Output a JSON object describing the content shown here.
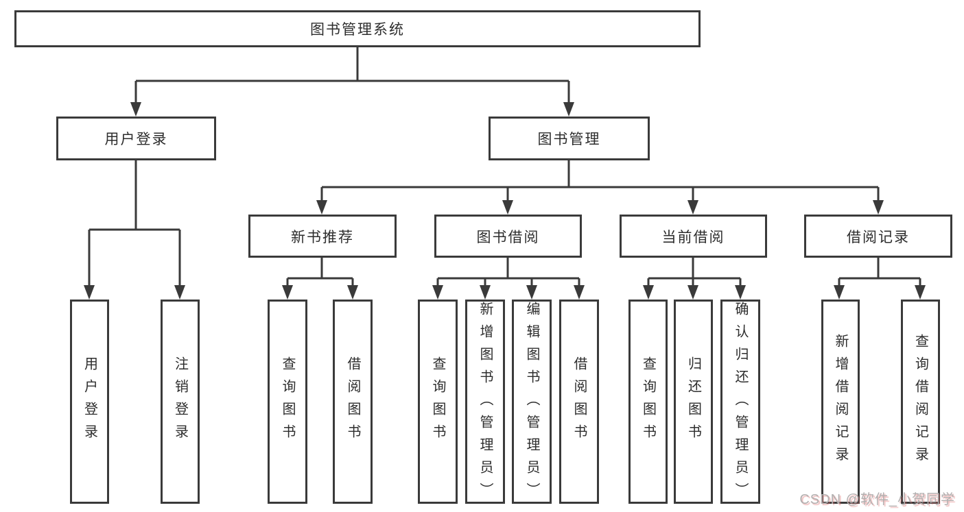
{
  "diagram": {
    "root": {
      "label": "图书管理系统"
    },
    "branches": [
      {
        "label": "用户登录",
        "leaves": [
          {
            "label": "用户登录"
          },
          {
            "label": "注销登录"
          }
        ]
      },
      {
        "label": "图书管理",
        "groups": [
          {
            "label": "新书推荐",
            "leaves": [
              {
                "label": "查询图书"
              },
              {
                "label": "借阅图书"
              }
            ]
          },
          {
            "label": "图书借阅",
            "leaves": [
              {
                "label": "查询图书"
              },
              {
                "label": "新增图书（管理员）"
              },
              {
                "label": "编辑图书（管理员）"
              },
              {
                "label": "借阅图书"
              }
            ]
          },
          {
            "label": "当前借阅",
            "leaves": [
              {
                "label": "查询图书"
              },
              {
                "label": "归还图书"
              },
              {
                "label": "确认归还（管理员）"
              }
            ]
          },
          {
            "label": "借阅记录",
            "leaves": [
              {
                "label": "新增借阅记录"
              },
              {
                "label": "查询借阅记录"
              }
            ]
          }
        ]
      }
    ]
  },
  "watermark": {
    "text": "CSDN @软件_小贺同学"
  },
  "colors": {
    "line": "#3a3a3a",
    "text": "#2d2d2d",
    "watermark": "#b2afaf"
  }
}
